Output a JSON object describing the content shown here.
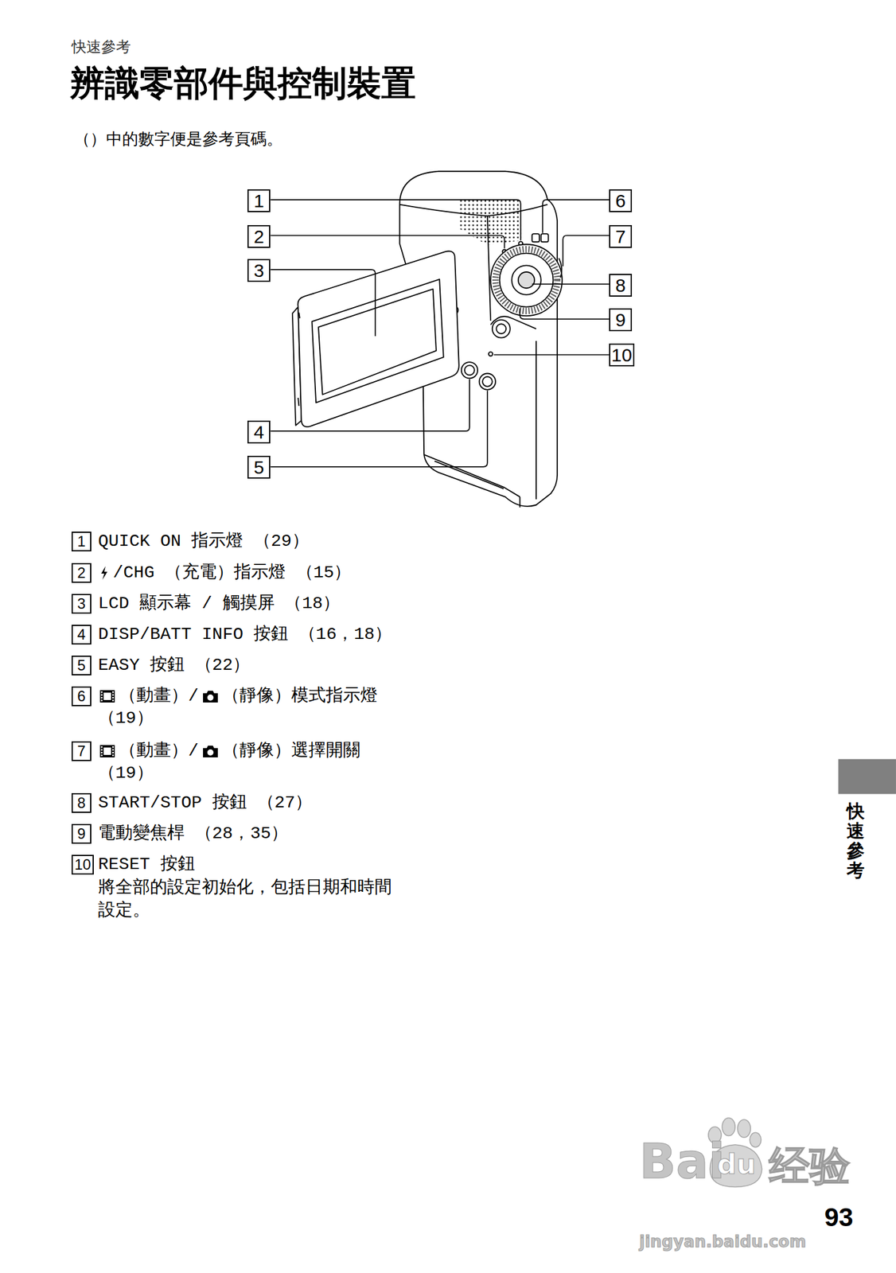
{
  "diagram": {
    "title": "辨識零部件與控制裝置",
    "nodes": [
      {
        "text": [
          "1"
        ]
      },
      {
        "text": [
          "2"
        ]
      },
      {
        "text": [
          "3"
        ]
      },
      {
        "text": [
          "4"
        ]
      },
      {
        "text": [
          "5"
        ]
      },
      {
        "text": [
          "6"
        ]
      },
      {
        "text": [
          "7"
        ]
      },
      {
        "text": [
          "8"
        ]
      },
      {
        "text": [
          "9"
        ]
      },
      {
        "text": [
          "10"
        ]
      },
      {
        "text": [
          "1"
        ]
      },
      {
        "text": [
          "2"
        ]
      },
      {
        "text": [
          "3"
        ]
      },
      {
        "text": [
          "4"
        ]
      },
      {
        "text": [
          "5"
        ]
      },
      {
        "text": [
          "6"
        ]
      },
      {
        "text": [
          "7"
        ]
      },
      {
        "text": [
          "8"
        ]
      },
      {
        "text": [
          "9"
        ]
      },
      {
        "text": [
          "10"
        ]
      }
    ],
    "labels": [
      "快速參考",
      "（）中的數字便是參考頁碼。",
      "QUICK ON 指示燈 （29）",
      "/CHG （充電）指示燈 （15）",
      "LCD 顯示幕 / 觸摸屏 （18）",
      "DISP/BATT INFO 按鈕 （16，18）",
      "EASY 按鈕 （22）",
      "（動畫）/",
      "（靜像）模式指示燈",
      "（19）",
      "（動畫）/",
      "（靜像）選擇開關",
      "（19）",
      "START/STOP 按鈕 （27）",
      "電動變焦桿 （28，35）",
      "RESET 按鈕",
      "將全部的設定初始化，包括日期和時間設定。",
      "快速參考",
      "93",
      "Bai",
      "du",
      "经验",
      "jingyan.baidu.com"
    ]
  }
}
